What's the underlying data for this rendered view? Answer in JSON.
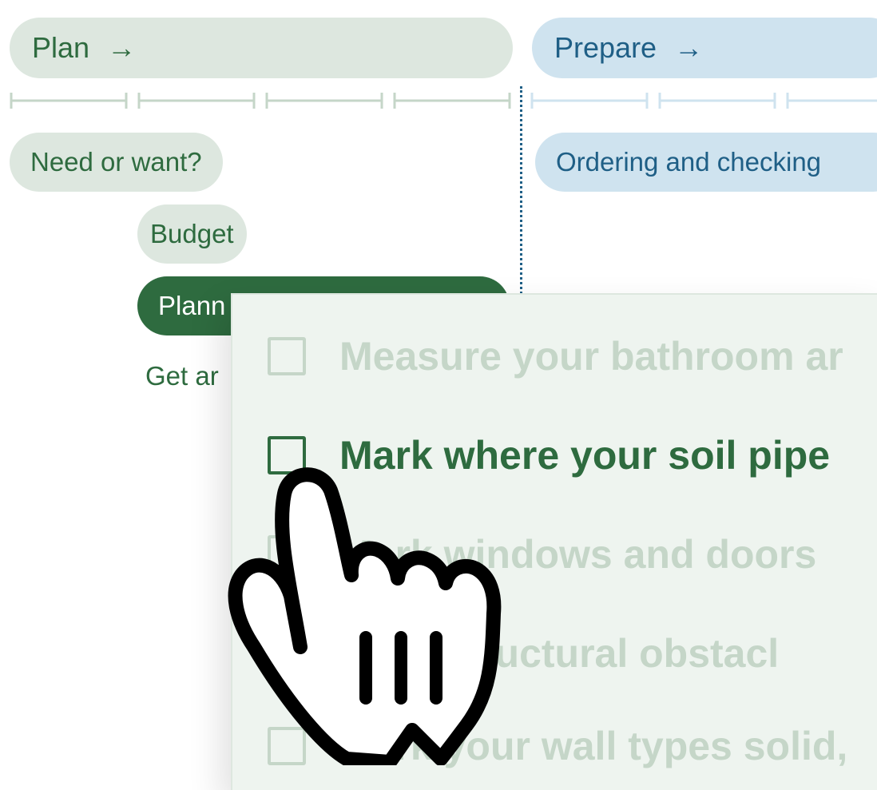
{
  "phases": [
    {
      "label": "Plan",
      "arrow": "→"
    },
    {
      "label": "Prepare",
      "arrow": "→"
    }
  ],
  "steps": {
    "need_or_want": "Need or want?",
    "ordering": "Ordering and checking",
    "budget": "Budget",
    "planning_partial": "Plann",
    "get_an_partial": "Get ar"
  },
  "checklist": {
    "items": [
      {
        "text": "Measure your bathroom ar",
        "checked": false,
        "state": "faded"
      },
      {
        "text": "Mark where your soil pipe",
        "checked": false,
        "state": "active"
      },
      {
        "text": "Mark windows and doors",
        "checked": false,
        "state": "faded"
      },
      {
        "text": "Mark structural obstacl",
        "checked": false,
        "state": "faded"
      },
      {
        "text": "Mark your wall types solid,",
        "checked": false,
        "state": "faded"
      }
    ]
  },
  "colors": {
    "plan_green": "#2e6b3f",
    "plan_bg": "#dde7df",
    "prepare_blue": "#1f5f86",
    "prepare_bg": "#cfe3ef",
    "faded_text": "#c5d6c8"
  },
  "icons": {
    "cursor": "hand-pointer-icon",
    "arrow": "arrow-right-icon"
  }
}
